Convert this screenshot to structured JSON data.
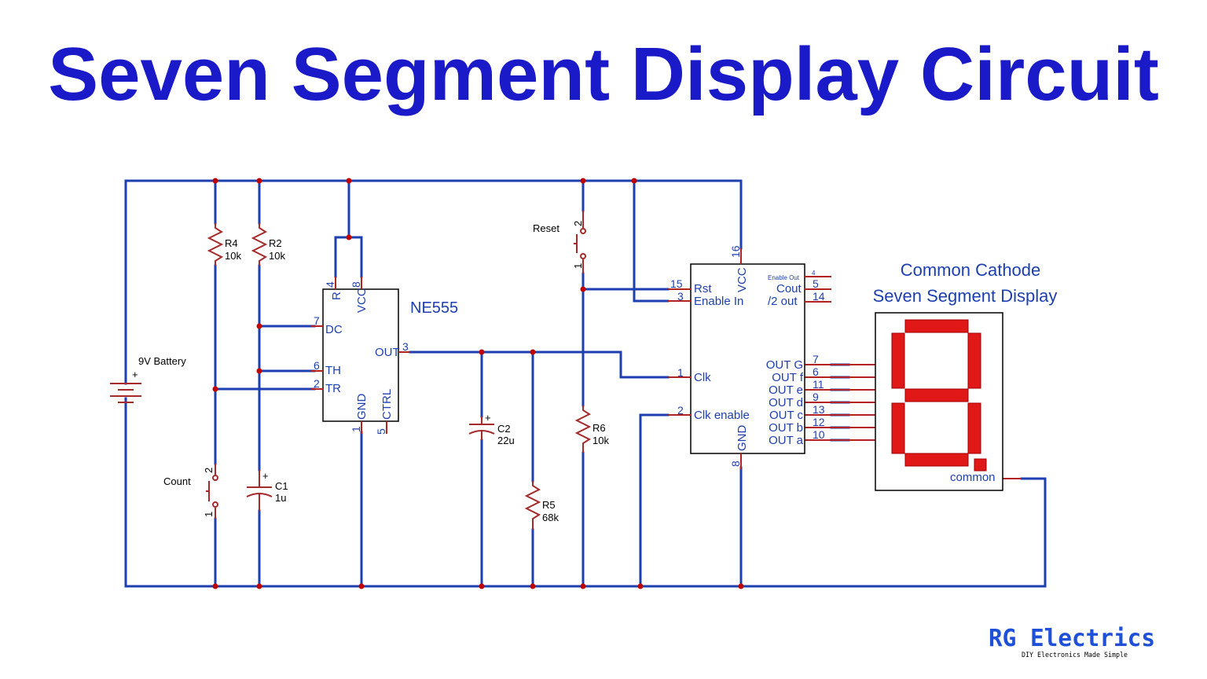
{
  "title": "Seven Segment Display Circuit",
  "battery": {
    "label": "9V Battery",
    "plus": "+"
  },
  "r4": {
    "name": "R4",
    "value": "10k"
  },
  "r2": {
    "name": "R2",
    "value": "10k"
  },
  "r5": {
    "name": "R5",
    "value": "68k"
  },
  "r6": {
    "name": "R6",
    "value": "10k"
  },
  "c1": {
    "name": "C1",
    "value": "1u",
    "plus": "+"
  },
  "c2": {
    "name": "C2",
    "value": "22u",
    "plus": "+"
  },
  "count_switch": {
    "label": "Count",
    "pin1": "1",
    "pin2": "2"
  },
  "reset_switch": {
    "label": "Reset",
    "pin1": "1",
    "pin2": "2"
  },
  "ne555": {
    "name": "NE555",
    "pins": {
      "r": {
        "name": "R",
        "num": "4"
      },
      "vcc": {
        "name": "VCC",
        "num": "8"
      },
      "dc": {
        "name": "DC",
        "num": "7"
      },
      "th": {
        "name": "TH",
        "num": "6"
      },
      "tr": {
        "name": "TR",
        "num": "2"
      },
      "out": {
        "name": "OUT",
        "num": "3"
      },
      "gnd": {
        "name": "GND",
        "num": "1"
      },
      "ctrl": {
        "name": "CTRL",
        "num": "5"
      }
    }
  },
  "counter": {
    "pins": {
      "vcc": {
        "name": "VCC",
        "num": "16"
      },
      "rst": {
        "name": "Rst",
        "num": "15"
      },
      "enable_in": {
        "name": "Enable In",
        "num": "3"
      },
      "clk": {
        "name": "Clk",
        "num": "1"
      },
      "clk_enable": {
        "name": "Clk enable",
        "num": "2"
      },
      "gnd": {
        "name": "GND",
        "num": "8"
      },
      "enable_out": {
        "name": "Enable Out",
        "num": "4"
      },
      "cout": {
        "name": "Cout",
        "num": "5"
      },
      "div2": {
        "name": "/2 out",
        "num": "14"
      }
    },
    "outputs": [
      {
        "name": "OUT G",
        "num": "7"
      },
      {
        "name": "OUT f",
        "num": "6"
      },
      {
        "name": "OUT e",
        "num": "11"
      },
      {
        "name": "OUT d",
        "num": "9"
      },
      {
        "name": "OUT c",
        "num": "13"
      },
      {
        "name": "OUT b",
        "num": "12"
      },
      {
        "name": "OUT a",
        "num": "10"
      }
    ]
  },
  "display": {
    "caption_line1": "Common Cathode",
    "caption_line2": "Seven Segment Display",
    "common_label": "common",
    "segment_color": "#e01818"
  },
  "brand": {
    "name": "RG Electrics",
    "tagline": "DIY Electronics Made Simple",
    "color": "#2050d8"
  }
}
